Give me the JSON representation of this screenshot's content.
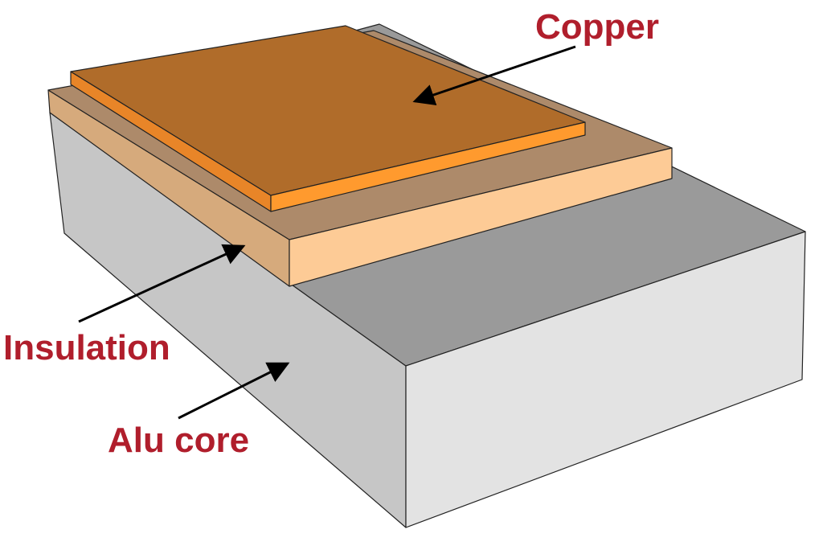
{
  "diagram": {
    "labels": {
      "copper": "Copper",
      "insulation": "Insulation",
      "alu_core": "Alu core"
    },
    "colors": {
      "label_text": "#b01e2c",
      "arrow": "#000000",
      "outline": "#222222",
      "core_top": "#9a9a9a",
      "core_left": "#c6c6c6",
      "core_front": "#e3e3e3",
      "insulation_top": "#ad8a6a",
      "insulation_left": "#d6aa7c",
      "insulation_front": "#fdcb96",
      "copper_top": "#b06c2a",
      "copper_left": "#e88528",
      "copper_front": "#ff9a2e"
    }
  }
}
